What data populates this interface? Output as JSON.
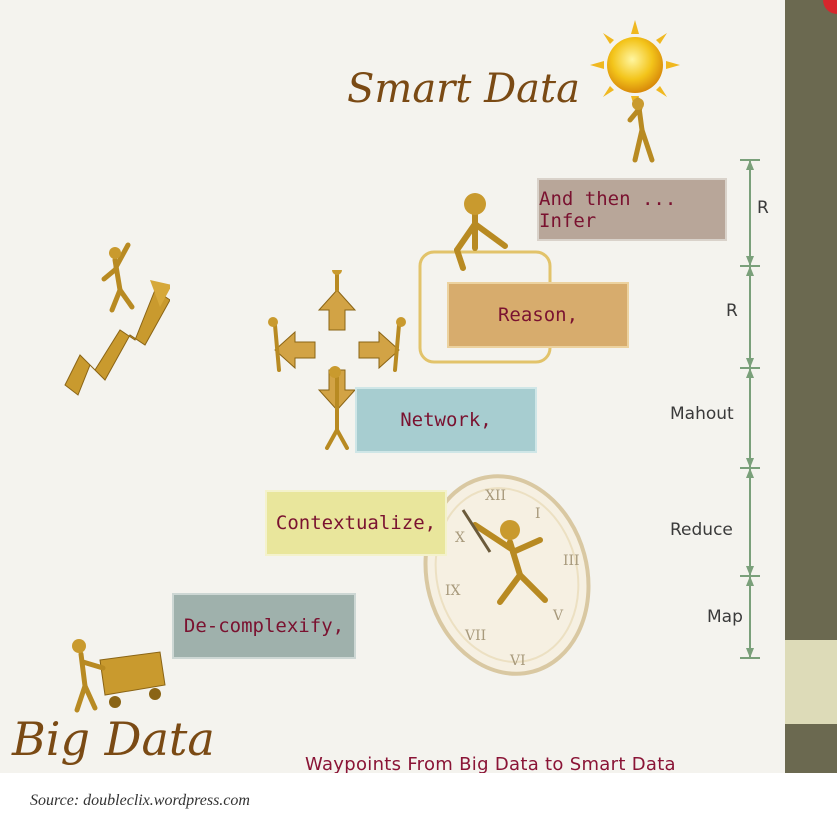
{
  "slide": {
    "title_top": "Smart Data",
    "title_bottom": "Big Data",
    "caption": "Waypoints From Big Data to Smart Data",
    "source": "Source: doubleclix.wordpress.com"
  },
  "steps": [
    {
      "label": "And then ... Infer"
    },
    {
      "label": "Reason,"
    },
    {
      "label": "Network,"
    },
    {
      "label": "Contextualize,"
    },
    {
      "label": "De-complexify,"
    }
  ],
  "scale": {
    "segments": [
      "R",
      "R",
      "Mahout",
      "Reduce",
      "Map"
    ]
  },
  "illustrations": {
    "sun": "sun-with-figure",
    "arrow": "figure-on-rising-arrow",
    "puzzle": "figures-with-puzzle-arrows",
    "frame": "figure-holding-frame",
    "clock": "figure-in-clock",
    "cart": "figure-pushing-cart"
  },
  "colors": {
    "infer": "#b8a699",
    "reason": "#d7ac6d",
    "network": "#a7cdd0",
    "contextualize": "#e9e69c",
    "decomplexify": "#9fb1ac",
    "label_text": "#7a1230",
    "gold": "#c99a2e"
  }
}
